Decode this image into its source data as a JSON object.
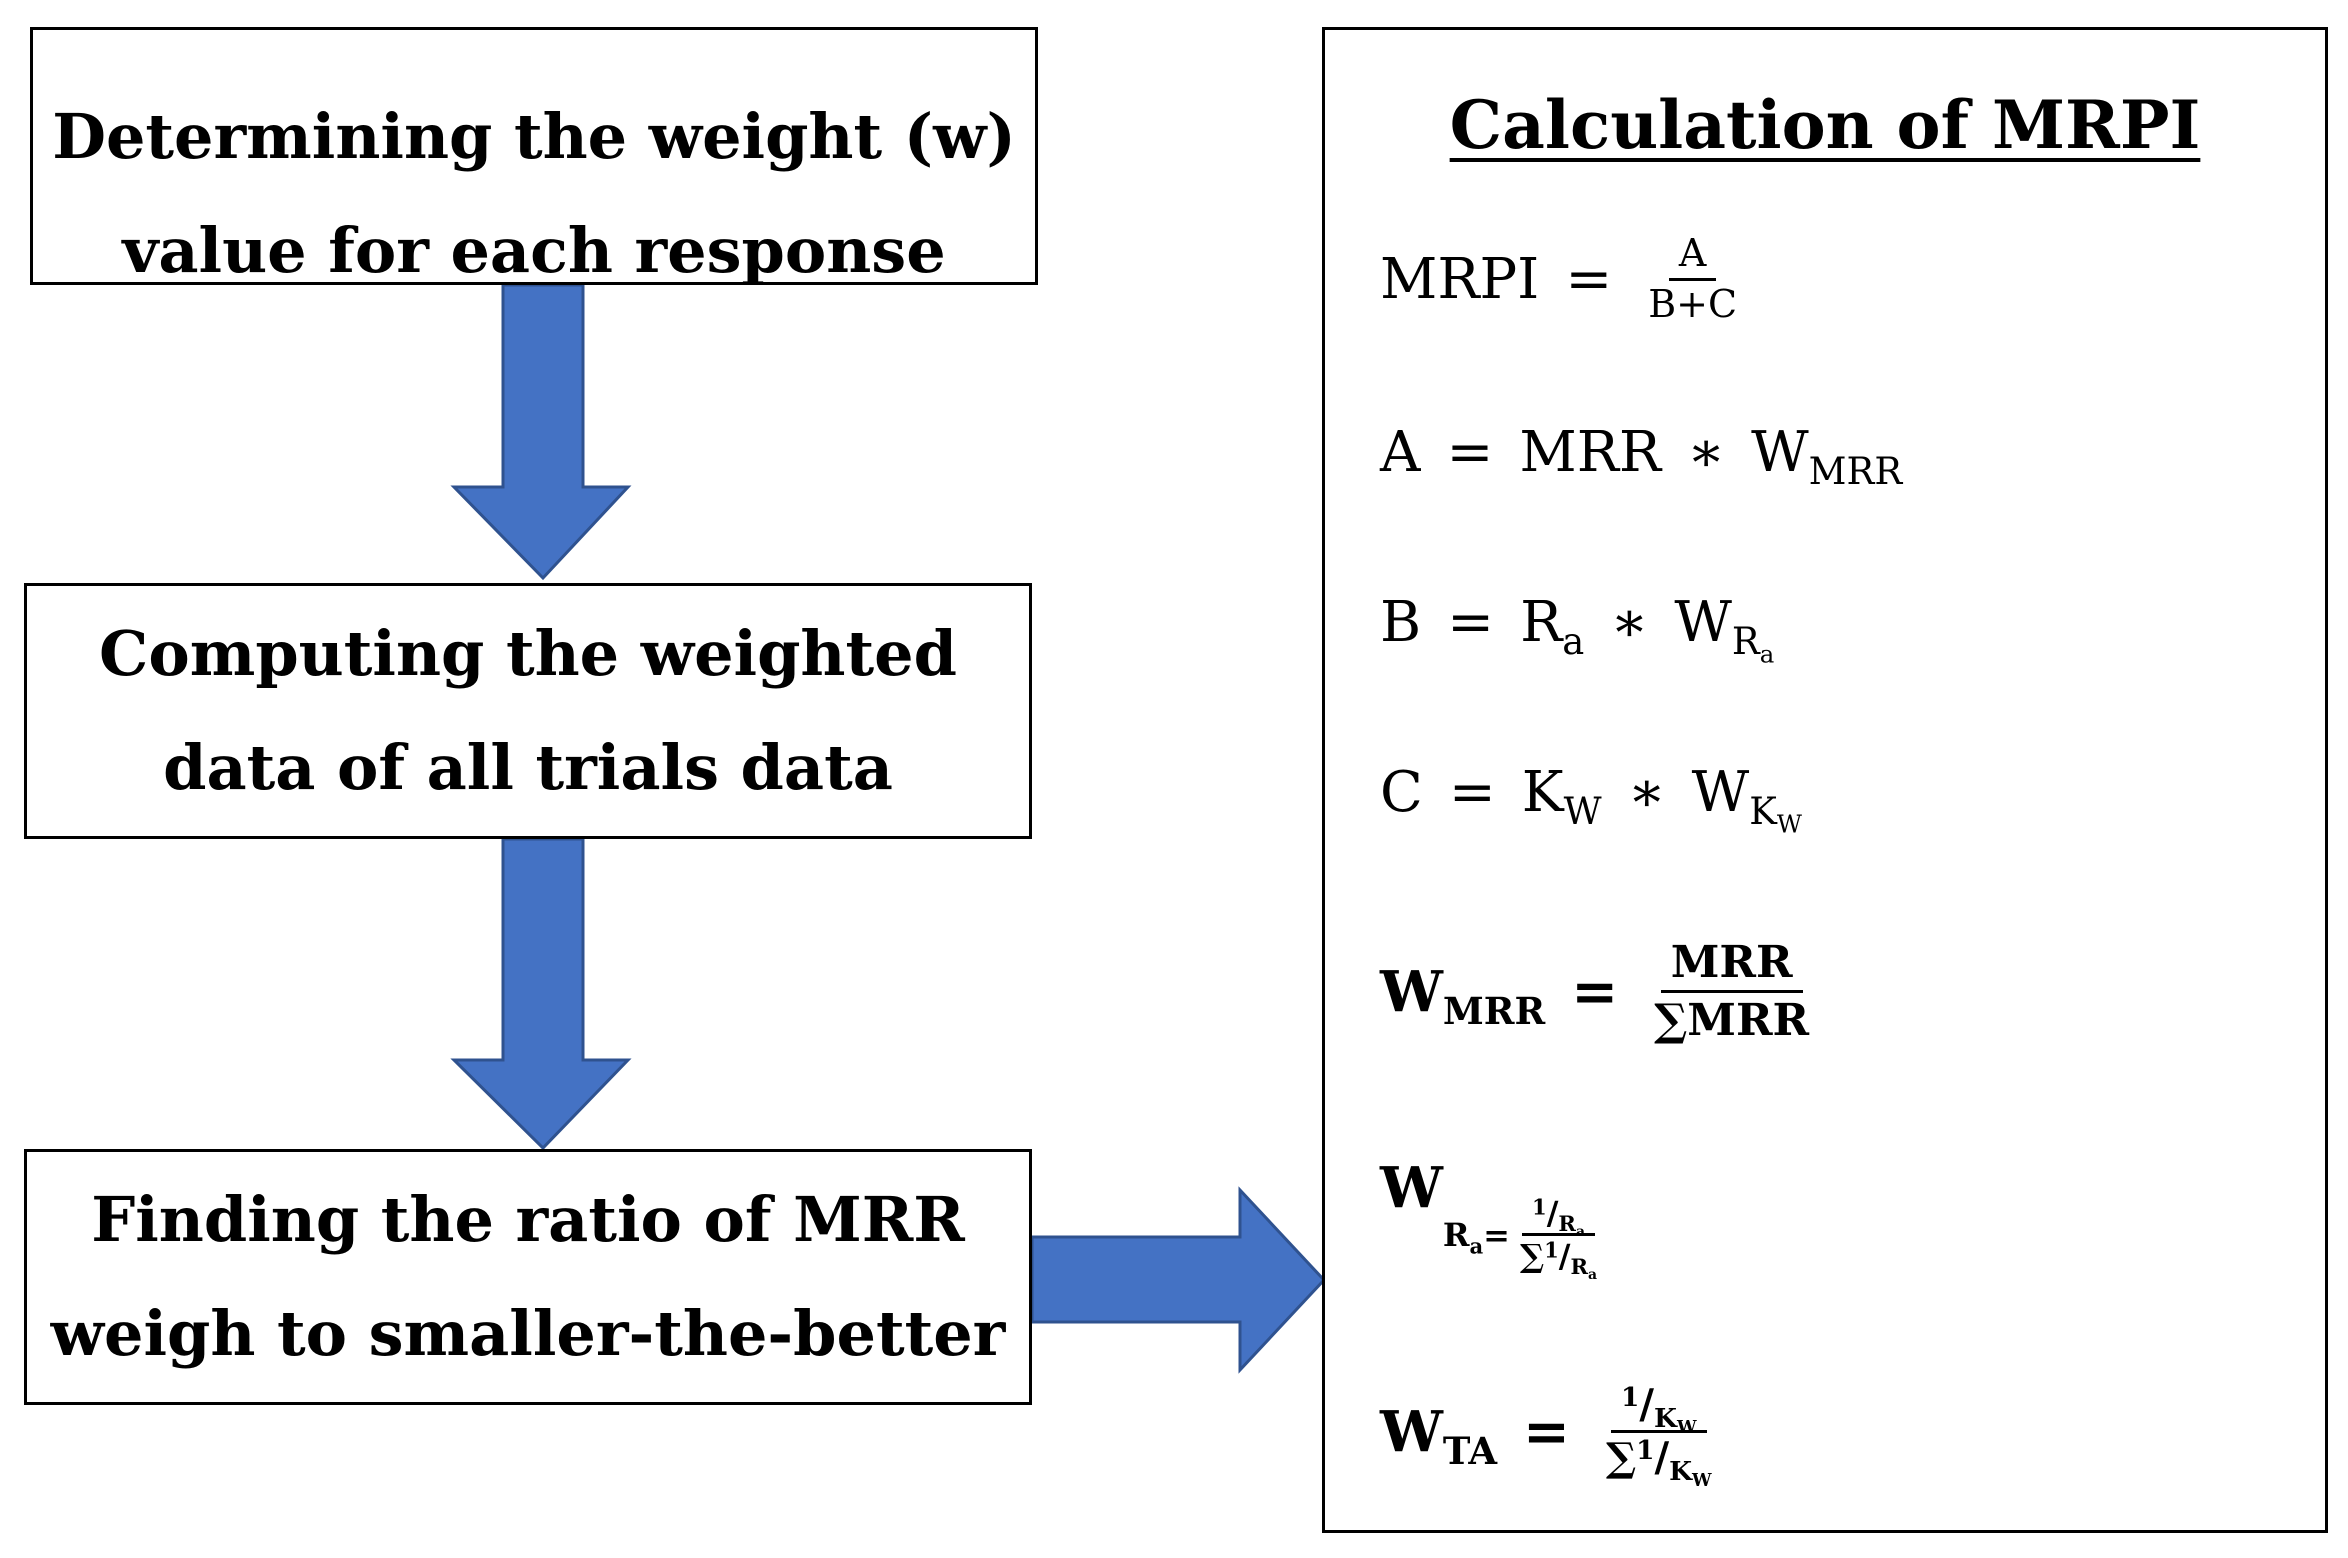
{
  "flow": {
    "step1": {
      "line1": "Determining the weight (w)",
      "line2": "value for each response"
    },
    "step2": {
      "line1": "Computing the weighted",
      "line2": "data of all trials data"
    },
    "step3": {
      "line1": "Finding the ratio of MRR",
      "line2": "weigh to smaller-the-better"
    }
  },
  "colors": {
    "arrow_fill": "#4472c4",
    "arrow_stroke": "#2f528f",
    "border": "#000000"
  },
  "panel": {
    "title": "Calculation of MRPI",
    "mrpi": {
      "lhs": "MRPI",
      "eq": "=",
      "num": "A",
      "den": "B+C"
    },
    "a": {
      "lhs": "A",
      "eq": "=",
      "term": "MRR",
      "times": "∗",
      "w": "W",
      "w_sub": "MRR"
    },
    "b": {
      "lhs": "B",
      "eq": "=",
      "r": "R",
      "r_sub": "a",
      "times": "∗",
      "w": "W",
      "w_sub": "R",
      "w_subsub": "a"
    },
    "c": {
      "lhs": "C",
      "eq": "=",
      "k": "K",
      "k_sub": "W",
      "times": "∗",
      "w": "W",
      "w_sub": "K",
      "w_subsub": "W"
    },
    "wmrr": {
      "w": "W",
      "w_sub": "MRR",
      "eq": "=",
      "num": "MRR",
      "den": "∑MRR"
    },
    "wra": {
      "w": "W",
      "w_sub": "R",
      "w_subsub": "a",
      "eq": "=",
      "num_one": "1",
      "num_slash": "/",
      "num_r": "R",
      "num_r_sub": "a",
      "den_sum": "∑",
      "den_one": "1",
      "den_slash": "/",
      "den_r": "R",
      "den_r_sub": "a"
    },
    "wta": {
      "w": "W",
      "w_sub": "TA",
      "eq": "=",
      "num_one": "1",
      "num_slash": "/",
      "num_k": "K",
      "num_k_sub": "W",
      "den_sum": "∑",
      "den_one": "1",
      "den_slash": "/",
      "den_k": "K",
      "den_k_sub": "W"
    }
  }
}
